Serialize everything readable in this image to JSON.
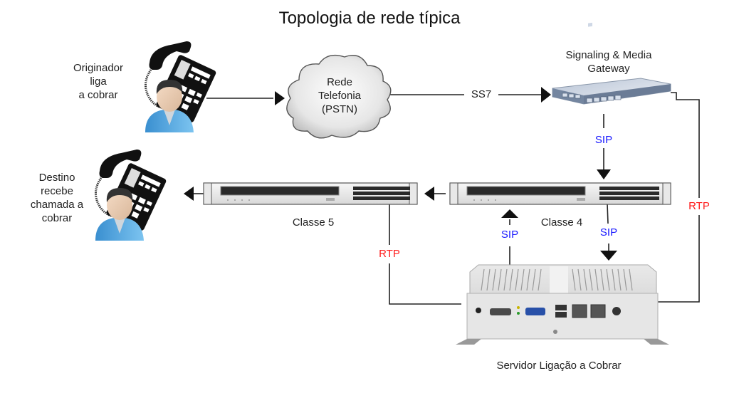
{
  "title": "Topologia de rede típica",
  "nodes": {
    "originator": {
      "label_lines": [
        "Originador",
        "liga",
        "a cobrar"
      ],
      "icon": "user-phone-icon"
    },
    "destination": {
      "label_lines": [
        "Destino",
        "recebe",
        "chamada a",
        "cobrar"
      ],
      "icon": "user-phone-icon"
    },
    "pstn": {
      "label_lines": [
        "Rede",
        "Telefonia",
        "(PSTN)"
      ],
      "icon": "cloud-icon"
    },
    "gateway": {
      "label_lines": [
        "Signaling & Media",
        "Gateway"
      ],
      "icon": "network-switch-icon"
    },
    "class5": {
      "label": "Classe 5",
      "icon": "rack-server-icon"
    },
    "class4": {
      "label": "Classe 4",
      "icon": "rack-server-icon"
    },
    "server": {
      "label": "Servidor Ligação a Cobrar",
      "icon": "embedded-pc-icon"
    }
  },
  "links": {
    "ss7": "SS7",
    "sip_gateway_to_class4": "SIP",
    "sip_server_to_class4": "SIP",
    "sip_class4_to_server": "SIP",
    "rtp_class5_server": "RTP",
    "rtp_gateway_server": "RTP"
  },
  "colors": {
    "sip": "#1a1aff",
    "rtp": "#ff1a1a",
    "line": "#222222"
  }
}
